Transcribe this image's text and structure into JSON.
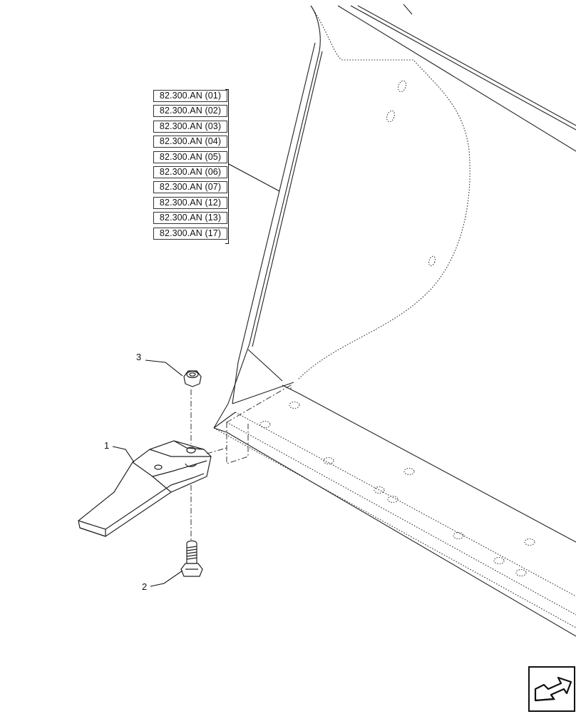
{
  "references": [
    "82.300.AN (01)",
    "82.300.AN (02)",
    "82.300.AN (03)",
    "82.300.AN (04)",
    "82.300.AN (05)",
    "82.300.AN (06)",
    "82.300.AN (07)",
    "82.300.AN (12)",
    "82.300.AN (13)",
    "82.300.AN (17)"
  ],
  "callouts": {
    "tooth": "1",
    "bolt": "2",
    "nut": "3"
  },
  "colors": {
    "line": "#222222",
    "dotted": "#333333",
    "background": "#ffffff"
  },
  "nav_icon": "back-arrow-icon"
}
